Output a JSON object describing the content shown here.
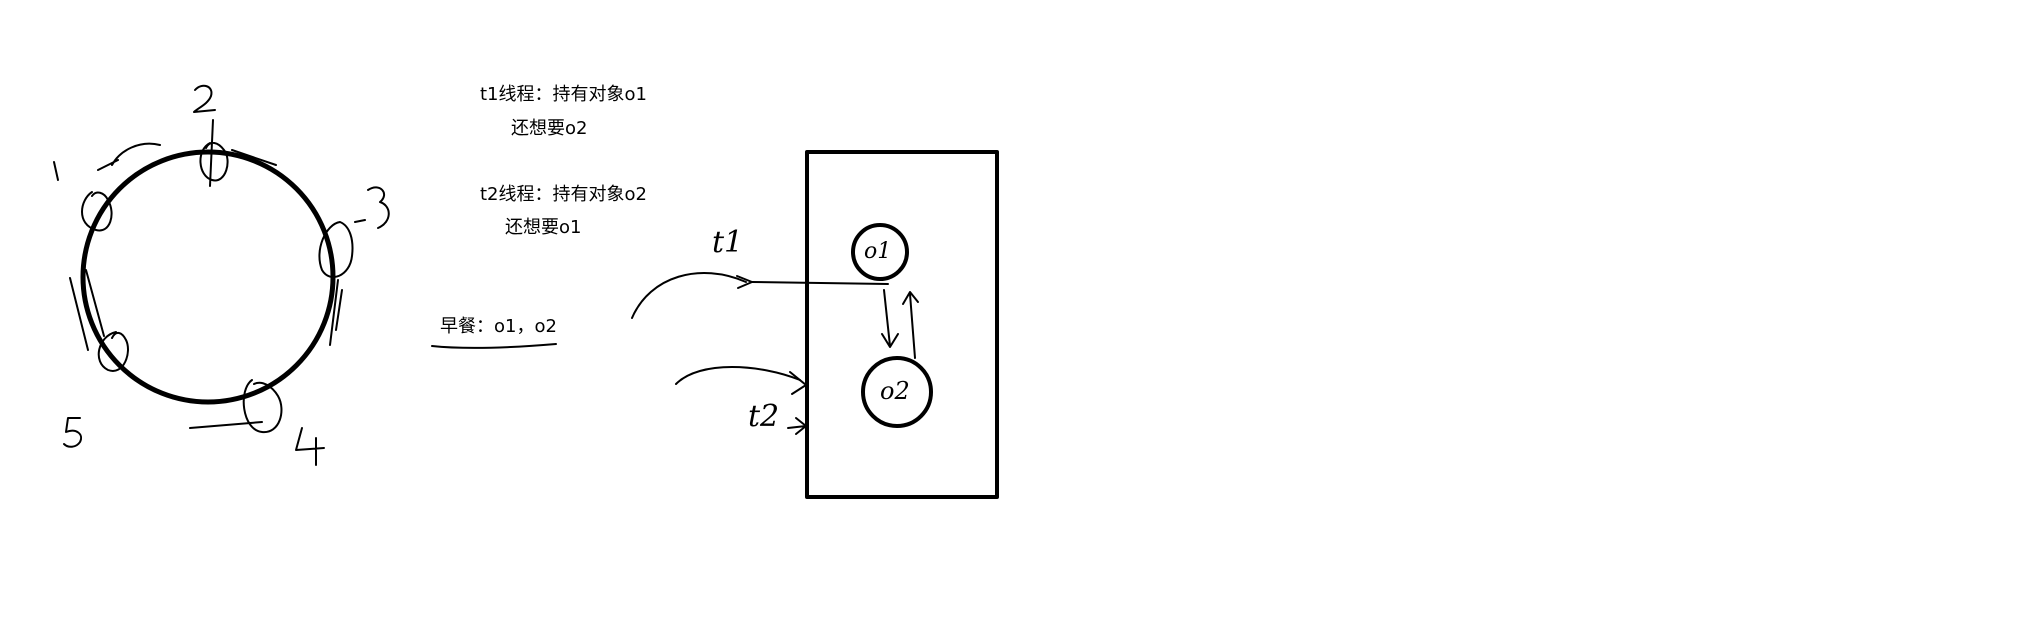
{
  "canvas": {
    "background": "#ffffff",
    "ink": "#000000"
  },
  "philosophers_ring": {
    "seat_labels": [
      "1",
      "2",
      "3",
      "4",
      "5"
    ]
  },
  "notes": {
    "t1_line1": "t1线程：持有对象o1",
    "t1_line2": "还想要o2",
    "t2_line1": "t2线程：持有对象o2",
    "t2_line2": "还想要o1",
    "breakfast": "早餐：o1，o2"
  },
  "deadlock_box": {
    "thread_1": "t1",
    "thread_2": "t2",
    "object_1": "o1",
    "object_2": "o2"
  }
}
